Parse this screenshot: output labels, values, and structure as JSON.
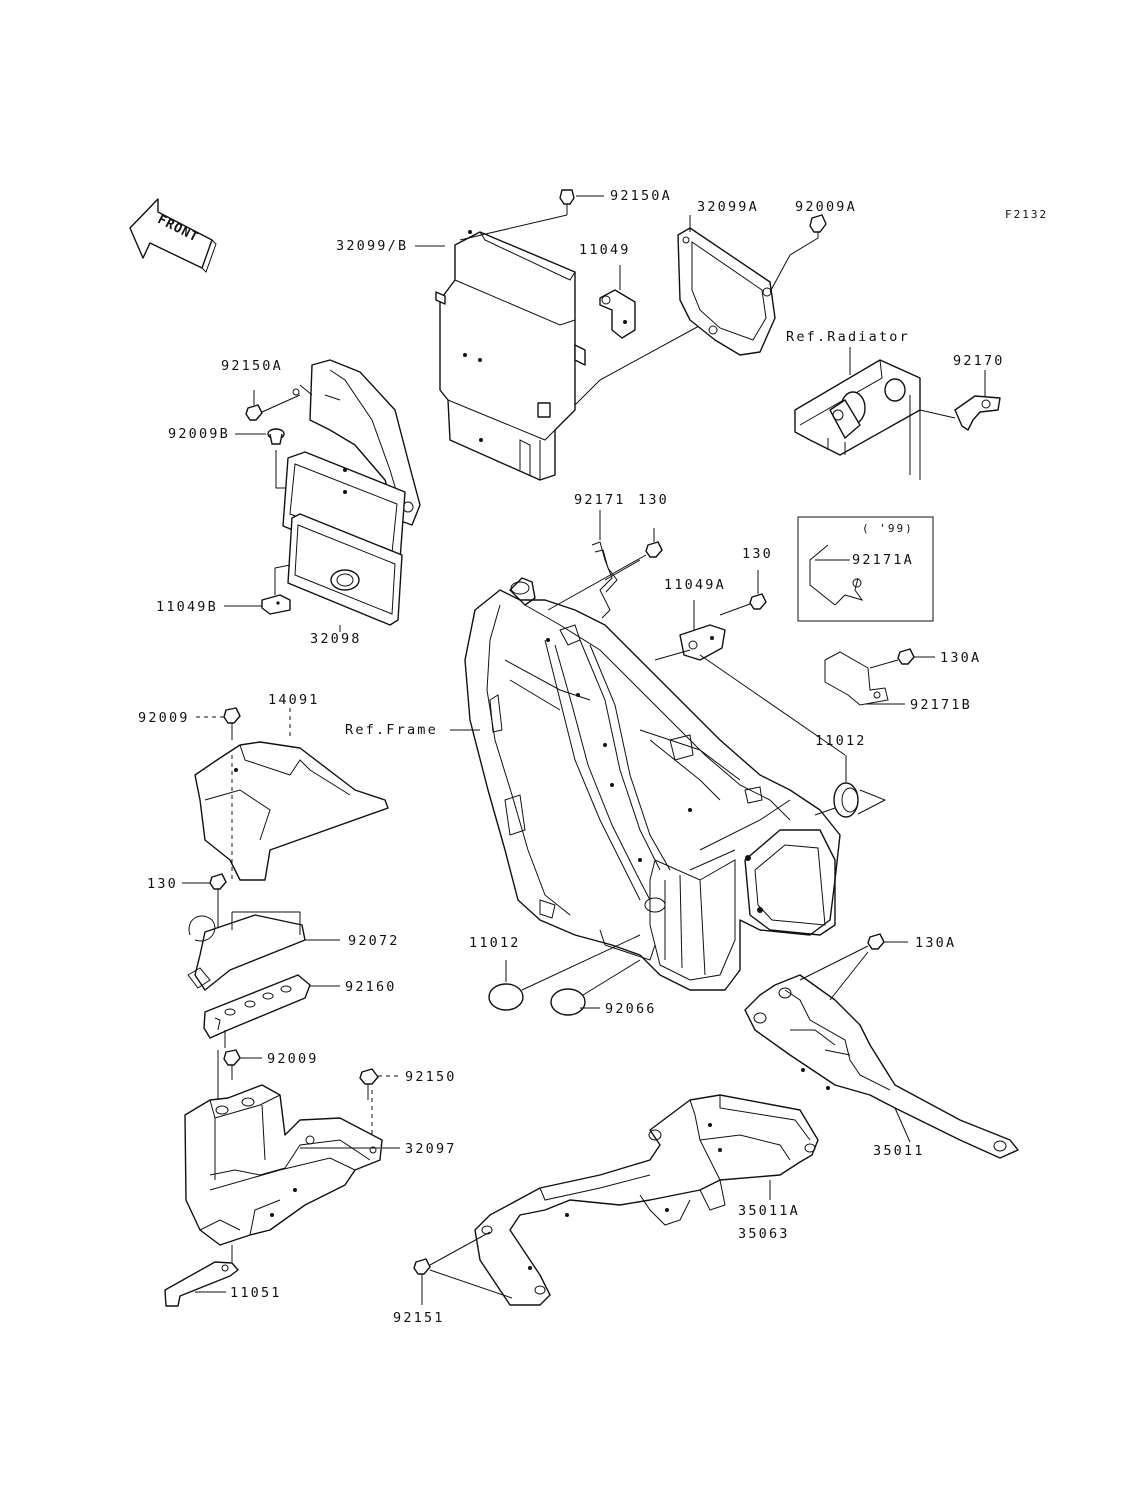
{
  "diagram_code": "F2132",
  "front_label": "FRONT",
  "year_note": "( '99)",
  "references": {
    "radiator": "Ref.Radiator",
    "frame": "Ref.Frame"
  },
  "callouts": [
    {
      "id": "c-92150a-top",
      "text": "92150A"
    },
    {
      "id": "c-32099a",
      "text": "32099A"
    },
    {
      "id": "c-92009a",
      "text": "92009A"
    },
    {
      "id": "c-11049",
      "text": "11049"
    },
    {
      "id": "c-32099b",
      "text": "32099/B"
    },
    {
      "id": "c-92150a-left",
      "text": "92150A"
    },
    {
      "id": "c-92009b",
      "text": "92009B"
    },
    {
      "id": "c-92170",
      "text": "92170"
    },
    {
      "id": "c-92171",
      "text": "92171"
    },
    {
      "id": "c-130-a",
      "text": "130"
    },
    {
      "id": "c-130-b",
      "text": "130"
    },
    {
      "id": "c-92171a",
      "text": "92171A"
    },
    {
      "id": "c-11049a",
      "text": "11049A"
    },
    {
      "id": "c-130a-top",
      "text": "130A"
    },
    {
      "id": "c-92171b",
      "text": "92171B"
    },
    {
      "id": "c-11049b",
      "text": "11049B"
    },
    {
      "id": "c-32098",
      "text": "32098"
    },
    {
      "id": "c-14091",
      "text": "14091"
    },
    {
      "id": "c-92009-top",
      "text": "92009"
    },
    {
      "id": "c-11012-right",
      "text": "11012"
    },
    {
      "id": "c-130-left",
      "text": "130"
    },
    {
      "id": "c-92072",
      "text": "92072"
    },
    {
      "id": "c-92160",
      "text": "92160"
    },
    {
      "id": "c-11012-left",
      "text": "11012"
    },
    {
      "id": "c-92066",
      "text": "92066"
    },
    {
      "id": "c-130a-bottom",
      "text": "130A"
    },
    {
      "id": "c-92009-bottom",
      "text": "92009"
    },
    {
      "id": "c-92150",
      "text": "92150"
    },
    {
      "id": "c-32097",
      "text": "32097"
    },
    {
      "id": "c-35011",
      "text": "35011"
    },
    {
      "id": "c-35011a",
      "text": "35011A"
    },
    {
      "id": "c-35063",
      "text": "35063"
    },
    {
      "id": "c-11051",
      "text": "11051"
    },
    {
      "id": "c-92151",
      "text": "92151"
    }
  ]
}
